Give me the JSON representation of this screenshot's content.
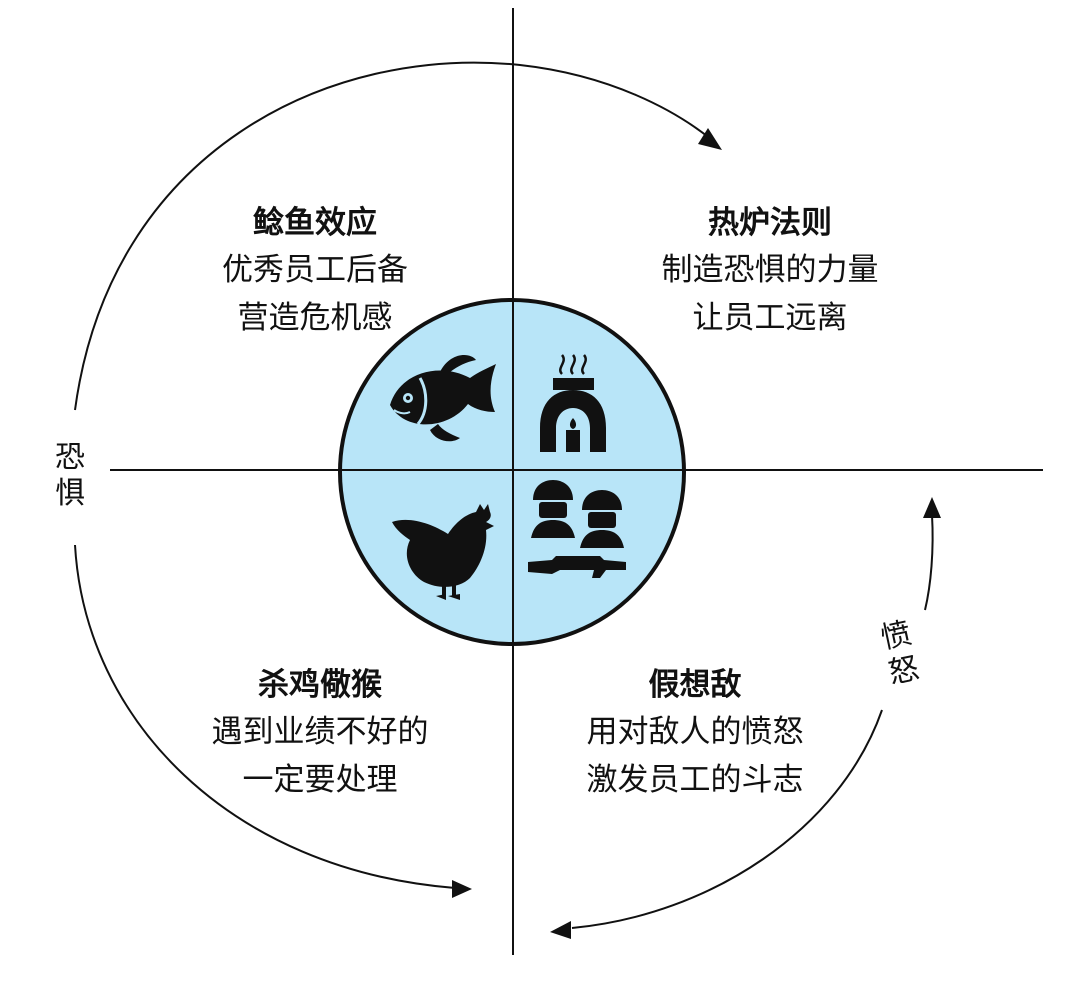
{
  "colors": {
    "circle_fill": "#b8e5f8",
    "ink": "#111111",
    "background": "#ffffff"
  },
  "side_labels": {
    "left": [
      "恐",
      "惧"
    ],
    "right": [
      "愤",
      "怒"
    ]
  },
  "quadrants": {
    "top_left": {
      "title": "鲶鱼效应",
      "lines": [
        "优秀员工后备",
        "营造危机感"
      ],
      "icon": "fish-icon"
    },
    "top_right": {
      "title": "热炉法则",
      "lines": [
        "制造恐惧的力量",
        "让员工远离"
      ],
      "icon": "stove-icon"
    },
    "bottom_left": {
      "title": "杀鸡儆猴",
      "lines": [
        "遇到业绩不好的",
        "一定要处理"
      ],
      "icon": "chicken-icon"
    },
    "bottom_right": {
      "title": "假想敌",
      "lines": [
        "用对敌人的愤怒",
        "激发员工的斗志"
      ],
      "icon": "soldiers-icon"
    }
  }
}
